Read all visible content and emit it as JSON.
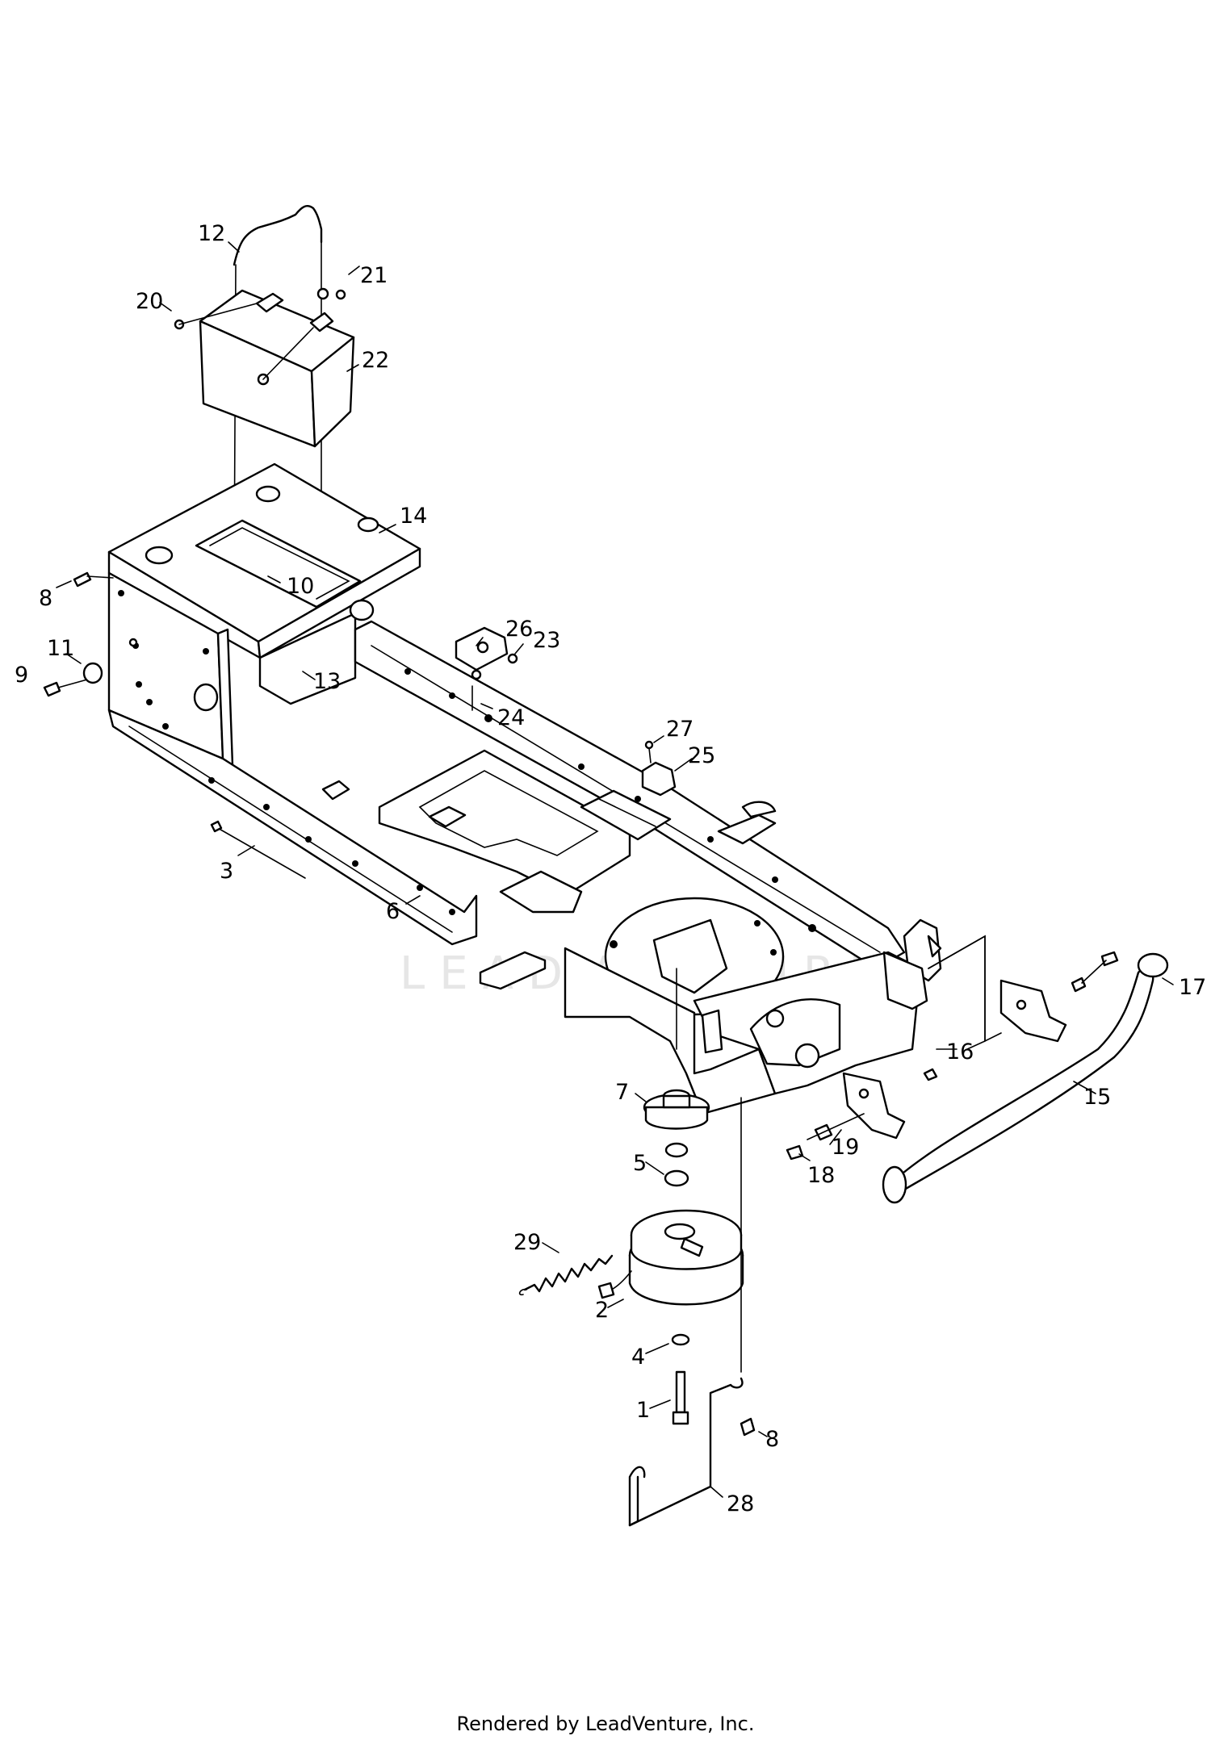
{
  "diagram": {
    "callouts": [
      "1",
      "2",
      "3",
      "4",
      "5",
      "6",
      "7",
      "8",
      "9",
      "10",
      "11",
      "12",
      "13",
      "14",
      "15",
      "16",
      "17",
      "18",
      "19",
      "20",
      "21",
      "22",
      "23",
      "24",
      "25",
      "26",
      "27",
      "28",
      "29"
    ],
    "watermark": "LEADVENTURE",
    "footer": "Rendered by LeadVenture, Inc."
  }
}
